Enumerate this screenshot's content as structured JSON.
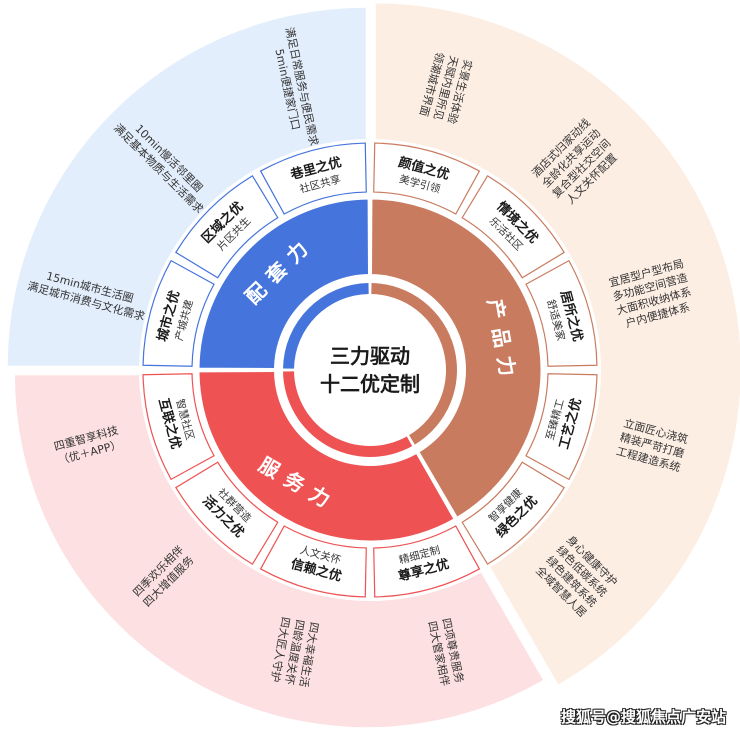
{
  "center": {
    "line1": "三力驱动",
    "line2": "十二优定制"
  },
  "forces": [
    {
      "name": "产品力",
      "color": "#c97b5f",
      "light": "#fdeee4",
      "segments": [
        {
          "title": "颜值之优",
          "subtitle": "美学引领",
          "details": [
            "实景生活体验",
            "天赋内里所见",
            "领潮城市界面"
          ]
        },
        {
          "title": "情境之优",
          "subtitle": "乐活社区",
          "details": [
            "酒店式归家动线",
            "全龄化共享运动",
            "复合型社交空间",
            "人文关怀配置"
          ]
        },
        {
          "title": "居所之优",
          "subtitle": "舒适美家",
          "details": [
            "宜居型户型布局",
            "多功能空间营造",
            "大面积收纳体系",
            "户内便捷体系"
          ]
        },
        {
          "title": "工艺之优",
          "subtitle": "至臻精工",
          "details": [
            "立面匠心浇筑",
            "精装严苛打磨",
            "工程建造系统"
          ]
        },
        {
          "title": "绿色之优",
          "subtitle": "智享健康",
          "details": [
            "身心健康守护",
            "绿色低碳系统",
            "绿色建筑系统",
            "全域智慧人居"
          ]
        }
      ]
    },
    {
      "name": "服务力",
      "color": "#ee5253",
      "light": "#fde0e1",
      "segments": [
        {
          "title": "尊享之优",
          "subtitle": "精细定制",
          "details": [
            "四项尊贵服务",
            "四大管家相伴"
          ]
        },
        {
          "title": "信赖之优",
          "subtitle": "人文关怀",
          "details": [
            "四大幸福生活",
            "四龄温度关怀",
            "四大匠人守护"
          ]
        },
        {
          "title": "活力之优",
          "subtitle": "社群营造",
          "details": [
            "四季欢乐相伴",
            "四大增值服务"
          ]
        },
        {
          "title": "互联之优",
          "subtitle": "智慧社区",
          "details": [
            "四重智享科技",
            "（优＋APP）"
          ]
        }
      ]
    },
    {
      "name": "配套力",
      "color": "#4474dc",
      "light": "#e3eefc",
      "segments": [
        {
          "title": "城市之优",
          "subtitle": "产城共建",
          "details": [
            "15min城市生活圈",
            "满足城市消费与文化需求"
          ]
        },
        {
          "title": "区域之优",
          "subtitle": "片区共生",
          "details": [
            "10min慢活邻里圈",
            "满足基本物质与生活需求"
          ]
        },
        {
          "title": "巷里之优",
          "subtitle": "社区共享",
          "details": [
            "满足日常服务与便民需求",
            "5min便捷家门口"
          ]
        }
      ]
    }
  ],
  "watermark": "搜狐号@搜狐焦点广安站"
}
